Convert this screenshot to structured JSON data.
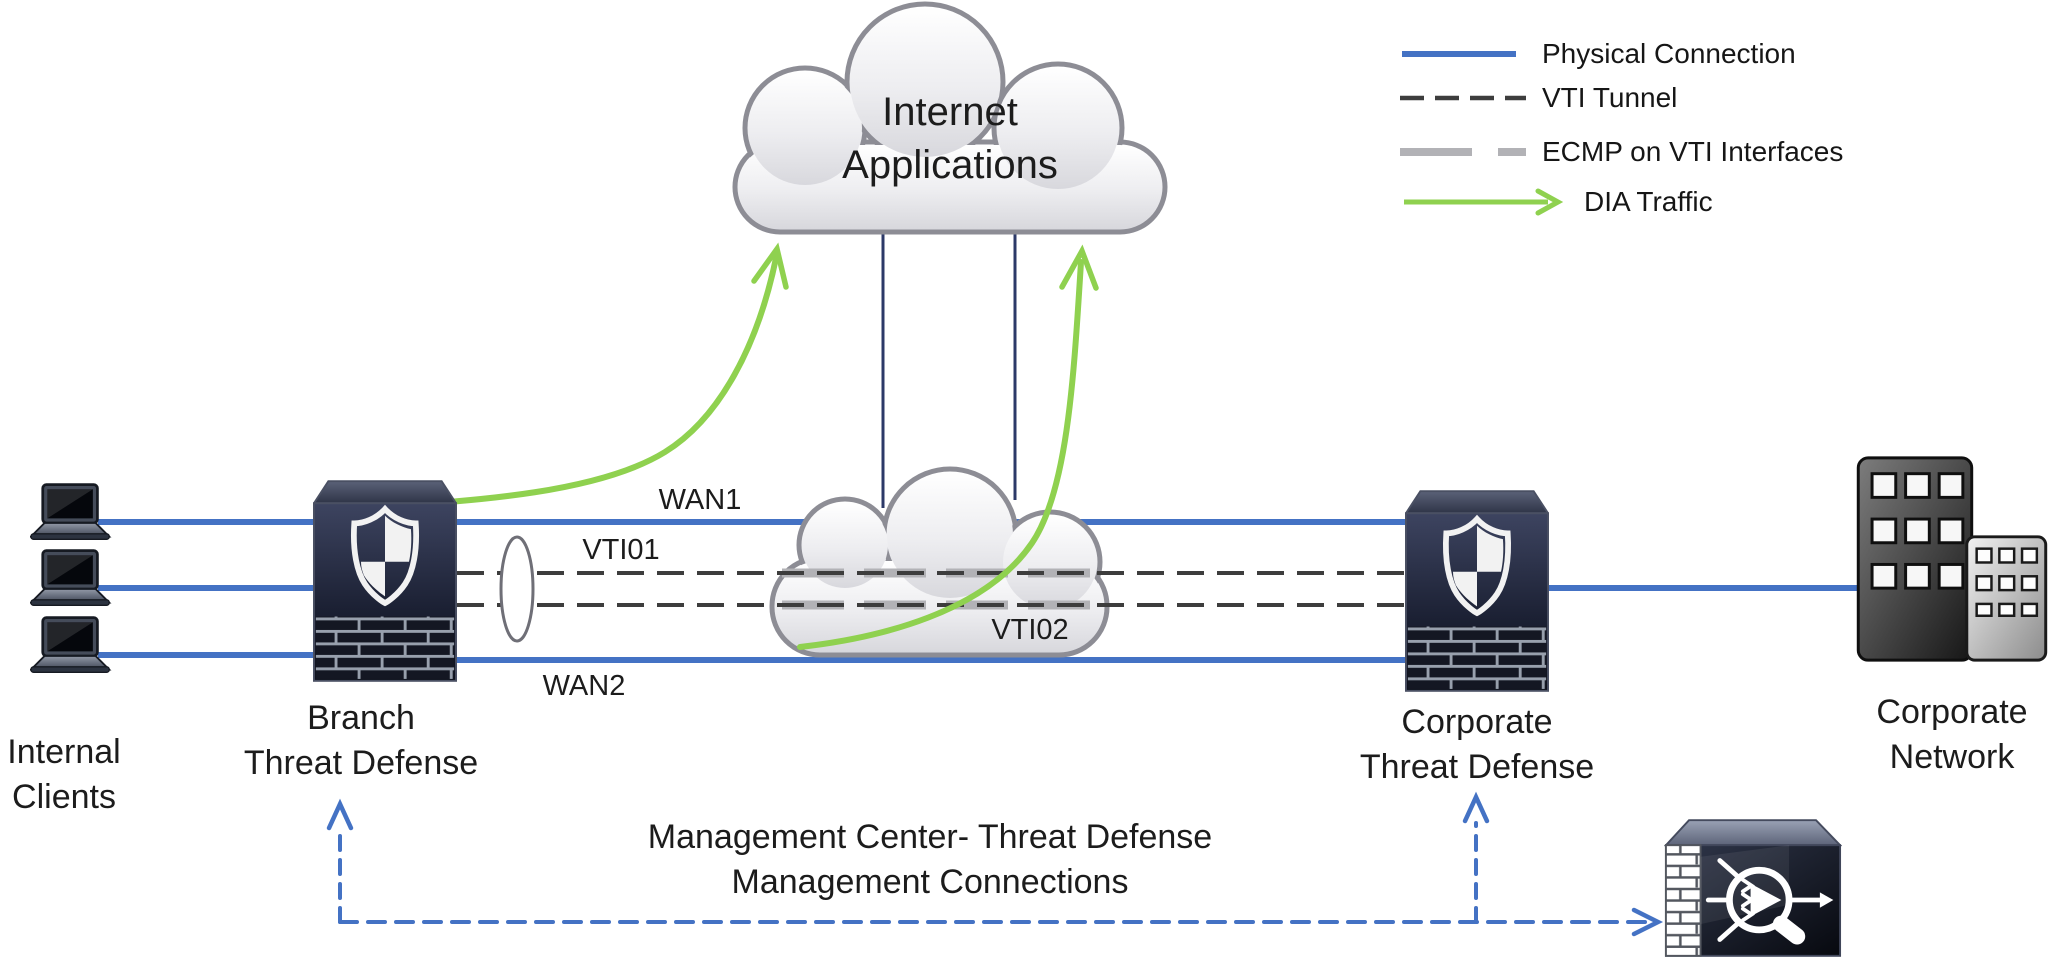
{
  "legend": {
    "items": [
      {
        "label": "Physical Connection",
        "swatch": "solid-blue-line"
      },
      {
        "label": "VTI Tunnel",
        "swatch": "black-dashed-line"
      },
      {
        "label": "ECMP on VTI Interfaces",
        "swatch": "gray-long-dash-line"
      },
      {
        "label": "DIA Traffic",
        "swatch": "green-arrow"
      }
    ]
  },
  "clouds": {
    "internet": {
      "line1": "Internet",
      "line2": "Applications"
    },
    "wan_cloud": {
      "label": ""
    }
  },
  "links": {
    "wan1": "WAN1",
    "vti01": "VTI01",
    "vti02": "VTI02",
    "wan2": "WAN2"
  },
  "nodes": {
    "internal_clients": {
      "line1": "Internal",
      "line2": "Clients"
    },
    "branch_threat_defense": {
      "line1": "Branch",
      "line2": "Threat Defense"
    },
    "corporate_threat_defense": {
      "line1": "Corporate",
      "line2": "Threat Defense"
    },
    "corporate_network": {
      "line1": "Corporate",
      "line2": "Network"
    }
  },
  "management": {
    "line1": "Management Center- Threat Defense",
    "line2": "Management Connections"
  },
  "colors": {
    "physical_connection": "#4472c4",
    "vti_tunnel": "#3d3d3d",
    "ecmp": "#b2b2b6",
    "dia_traffic": "#8fd14f",
    "management": "#4472c4",
    "vertical_drop": "#2c3968"
  },
  "icons": [
    "laptop-icon",
    "firewall-threat-defense-icon",
    "cloud-icon",
    "corporate-buildings-icon",
    "management-center-icon"
  ]
}
